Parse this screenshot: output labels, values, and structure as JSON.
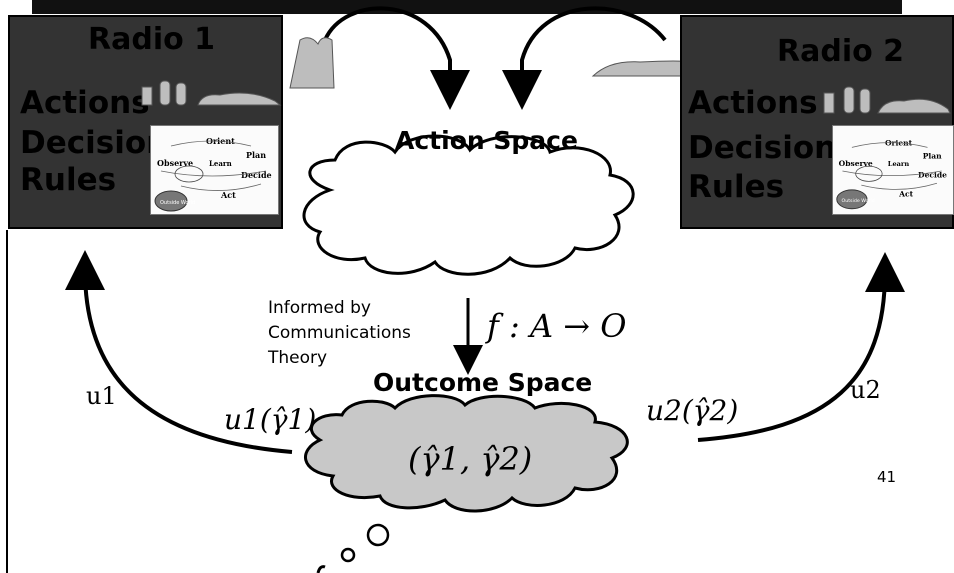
{
  "radios": [
    {
      "title": "Radio 1",
      "actions": "Actions",
      "decision": "Decision",
      "rules": "Rules"
    },
    {
      "title": "Radio 2",
      "actions": "Actions",
      "decision": "Decision",
      "rules": "Rules"
    }
  ],
  "flowchart": {
    "items": [
      "Orient",
      "Plan",
      "Observe",
      "Learn",
      "Decide",
      "Act",
      "Outside World"
    ]
  },
  "action_space": {
    "label": "Action Space"
  },
  "outcome_space": {
    "label": "Outcome Space"
  },
  "informed": {
    "lines": [
      "Informed by",
      "Communications",
      "Theory"
    ]
  },
  "mapping": {
    "text": "f : A → O"
  },
  "utility": {
    "u1_label": "u1",
    "u2_label": "u2",
    "u1_expr": "u1(γ̂1)",
    "u2_expr": "u2(γ̂2)",
    "outcome_tuple": "(γ̂1, γ̂2)"
  },
  "page_number": "41",
  "colors": {
    "radio_box": "#333333",
    "cloud_action": "#ffffff",
    "cloud_outcome": "#c8c8c8",
    "shape": "#bdbdbd"
  }
}
